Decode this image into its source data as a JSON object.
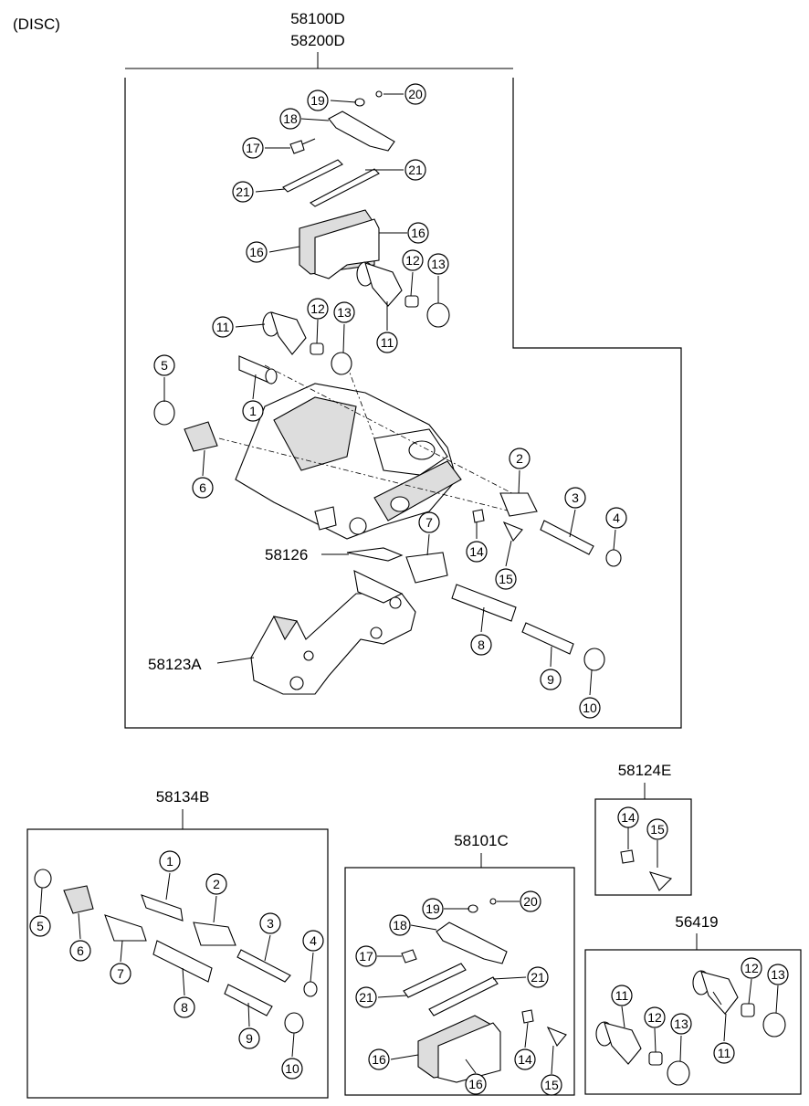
{
  "header": {
    "note": "(DISC)"
  },
  "assemblies": {
    "main": {
      "code_1": "58100D",
      "code_2": "58200D"
    },
    "sensor": {
      "code": "58126"
    },
    "bracket": {
      "code": "58123A"
    },
    "pin_kit": {
      "code": "58134B"
    },
    "pad_kit": {
      "code": "58101C"
    },
    "bleeder_kit": {
      "code": "58124E"
    },
    "boot_kit": {
      "code": "56419"
    }
  },
  "callouts": [
    "1",
    "2",
    "3",
    "4",
    "5",
    "6",
    "7",
    "8",
    "9",
    "10",
    "11",
    "12",
    "13",
    "14",
    "15",
    "16",
    "17",
    "18",
    "19",
    "20",
    "21"
  ]
}
